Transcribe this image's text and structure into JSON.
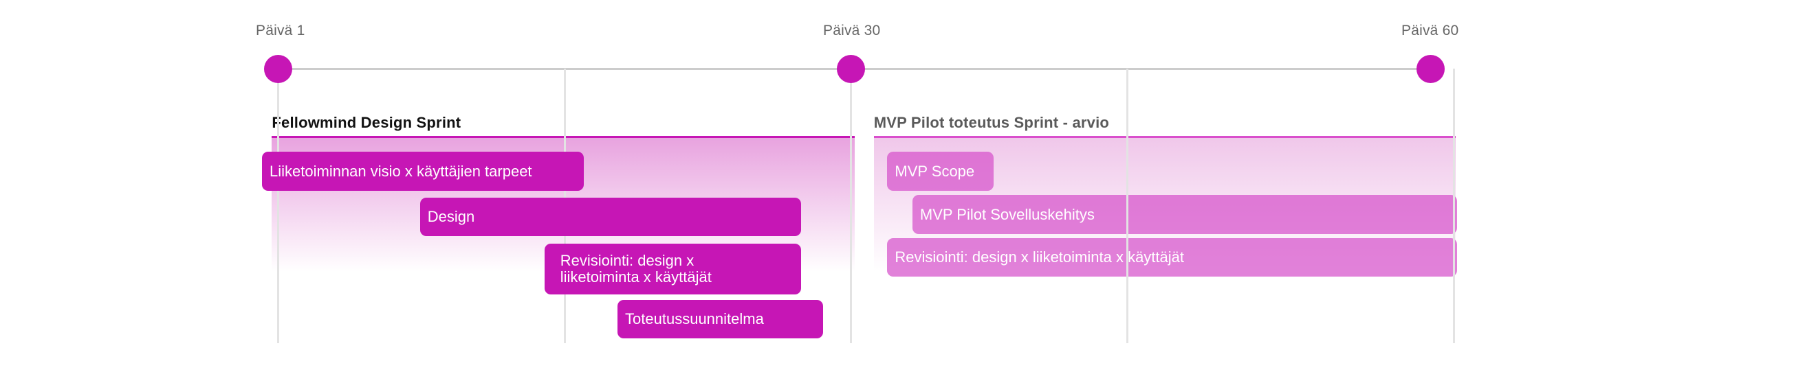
{
  "timeline": {
    "day_range": [
      1,
      60
    ],
    "milestones": [
      {
        "label": "Päivä 1",
        "day": 1
      },
      {
        "label": "Päivä 30",
        "day": 30
      },
      {
        "label": "Päivä 60",
        "day": 60
      }
    ],
    "gridline_days": [
      1,
      15.5,
      30,
      44.3,
      61.2
    ],
    "colors": {
      "accent": "#c616b5",
      "line": "#cccccc",
      "gridline": "#e3e3e3",
      "milestone_label": "#666666"
    }
  },
  "phases": [
    {
      "title": "Fellowmind Design Sprint",
      "title_color": "#111111",
      "rule_color": "#c616b5",
      "bg_top_color": "#e8a3df",
      "bar_color": "#c616b5",
      "start_day": 0.7,
      "end_day": 30.2,
      "tasks": [
        {
          "label": "Liiketoiminnan visio x käyttäjien tarpeet",
          "start_day": 0.2,
          "end_day": 16.5
        },
        {
          "label": "Design",
          "start_day": 8.2,
          "end_day": 27.5
        },
        {
          "label": "Revisiointi: design x liiketoiminta x käyttäjät",
          "start_day": 14.5,
          "end_day": 27.5,
          "wrap": true
        },
        {
          "label": "Toteutussuunnitelma",
          "start_day": 18.2,
          "end_day": 28.6
        }
      ]
    },
    {
      "title": "MVP Pilot toteutus Sprint - arvio",
      "title_color": "#5a5a5a",
      "rule_color": "#d94fcc",
      "bg_top_color": "#f0c7ea",
      "bar_color": "rgba(214, 80, 202, 0.72)",
      "start_day": 31.2,
      "end_day": 61.3,
      "tasks": [
        {
          "label": "MVP Scope",
          "start_day": 31.9,
          "end_day": 37.4
        },
        {
          "label": "MVP Pilot Sovelluskehitys",
          "start_day": 33.2,
          "end_day": 61.4
        },
        {
          "label": "Revisiointi: design x liiketoiminta x käyttäjät",
          "start_day": 31.9,
          "end_day": 61.4
        }
      ]
    }
  ]
}
